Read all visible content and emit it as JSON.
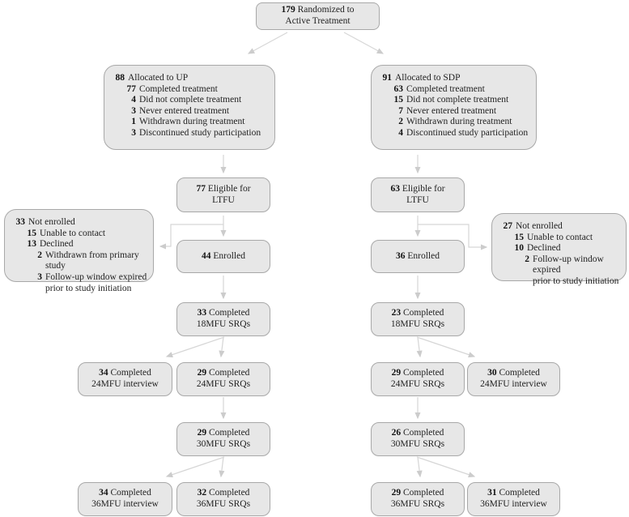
{
  "colors": {
    "box_fill": "#e7e7e7",
    "box_border": "#a8a8a8",
    "arrow": "#d6d6d6",
    "text": "#222222"
  },
  "randomized": {
    "num": "179",
    "text": "Randomized to\nActive Treatment"
  },
  "up": {
    "allocated": {
      "lines": [
        {
          "num": "88",
          "text": "Allocated to UP",
          "indent": 0
        },
        {
          "num": "77",
          "text": "Completed treatment",
          "indent": 1
        },
        {
          "num": "4",
          "text": "Did not complete treatment",
          "indent": 1
        },
        {
          "num": "3",
          "text": "Never entered treatment",
          "indent": 1
        },
        {
          "num": "1",
          "text": "Withdrawn during treatment",
          "indent": 1
        },
        {
          "num": "3",
          "text": "Discontinued study participation",
          "indent": 1
        }
      ]
    },
    "eligible": {
      "num": "77",
      "text": "Eligible for\nLTFU"
    },
    "not_enrolled": {
      "lines": [
        {
          "num": "33",
          "text": "Not enrolled",
          "indent": 0
        },
        {
          "num": "15",
          "text": "Unable to contact",
          "indent": 1
        },
        {
          "num": "13",
          "text": "Declined",
          "indent": 1
        },
        {
          "num": "2",
          "text": "Withdrawn from primary study",
          "indent": 2
        },
        {
          "num": "3",
          "text": "Follow-up window expired\nprior to study initiation",
          "indent": 2
        }
      ]
    },
    "enrolled": {
      "num": "44",
      "text": "Enrolled"
    },
    "srq18": {
      "num": "33",
      "text": "Completed\n18MFU SRQs"
    },
    "int24": {
      "num": "34",
      "text": "Completed\n24MFU interview"
    },
    "srq24": {
      "num": "29",
      "text": "Completed\n24MFU SRQs"
    },
    "srq30": {
      "num": "29",
      "text": "Completed\n30MFU SRQs"
    },
    "int36": {
      "num": "34",
      "text": "Completed\n36MFU interview"
    },
    "srq36": {
      "num": "32",
      "text": "Completed\n36MFU SRQs"
    }
  },
  "sdp": {
    "allocated": {
      "lines": [
        {
          "num": "91",
          "text": "Allocated to SDP",
          "indent": 0
        },
        {
          "num": "63",
          "text": "Completed treatment",
          "indent": 1
        },
        {
          "num": "15",
          "text": "Did not complete treatment",
          "indent": 1
        },
        {
          "num": "7",
          "text": "Never entered treatment",
          "indent": 1
        },
        {
          "num": "2",
          "text": "Withdrawn during treatment",
          "indent": 1
        },
        {
          "num": "4",
          "text": "Discontinued study participation",
          "indent": 1
        }
      ]
    },
    "eligible": {
      "num": "63",
      "text": "Eligible for\nLTFU"
    },
    "not_enrolled": {
      "lines": [
        {
          "num": "27",
          "text": "Not enrolled",
          "indent": 0
        },
        {
          "num": "15",
          "text": "Unable to contact",
          "indent": 1
        },
        {
          "num": "10",
          "text": "Declined",
          "indent": 1
        },
        {
          "num": "2",
          "text": "Follow-up window expired\nprior to study initiation",
          "indent": 2
        }
      ]
    },
    "enrolled": {
      "num": "36",
      "text": "Enrolled"
    },
    "srq18": {
      "num": "23",
      "text": "Completed\n18MFU SRQs"
    },
    "srq24": {
      "num": "29",
      "text": "Completed\n24MFU SRQs"
    },
    "int24": {
      "num": "30",
      "text": "Completed\n24MFU interview"
    },
    "srq30": {
      "num": "26",
      "text": "Completed\n30MFU SRQs"
    },
    "srq36": {
      "num": "29",
      "text": "Completed\n36MFU SRQs"
    },
    "int36": {
      "num": "31",
      "text": "Completed\n36MFU interview"
    }
  }
}
